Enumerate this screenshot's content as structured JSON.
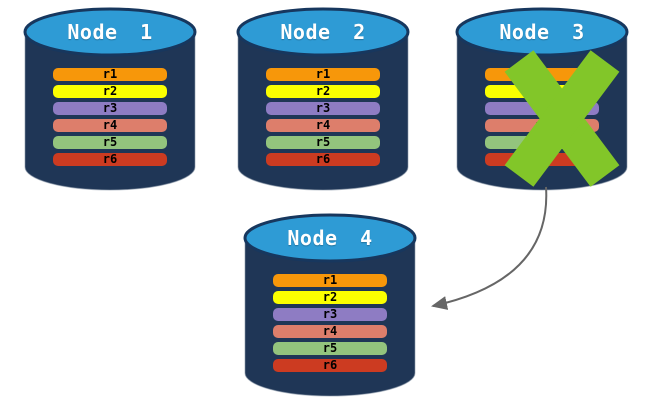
{
  "diagram": {
    "type": "database-replication-failover",
    "background": "#FFFFFF"
  },
  "rows": [
    "r1",
    "r2",
    "r3",
    "r4",
    "r5",
    "r6"
  ],
  "row_colors": [
    "#F7970A",
    "#FBFF00",
    "#8E7CC3",
    "#DD7E6B",
    "#93C47D",
    "#CC3B21"
  ],
  "nodes": [
    {
      "label": "Node 1",
      "failed": false
    },
    {
      "label": "Node 2",
      "failed": false
    },
    {
      "label": "Node 3",
      "failed": true
    },
    {
      "label": "Node 4",
      "failed": false
    }
  ],
  "arrow": {
    "from": "Node 3",
    "to": "Node 4"
  },
  "colors": {
    "cylinder_body": "#1F3656",
    "cylinder_body_outline": "#8A98A8",
    "cylinder_top": "#2E9BD5",
    "cylinder_top_outline": "#17375E",
    "node_label_text": "#FFFFFF",
    "row_label_text": "#000000",
    "failure_x": "#82C629",
    "arrow": "#666666"
  }
}
